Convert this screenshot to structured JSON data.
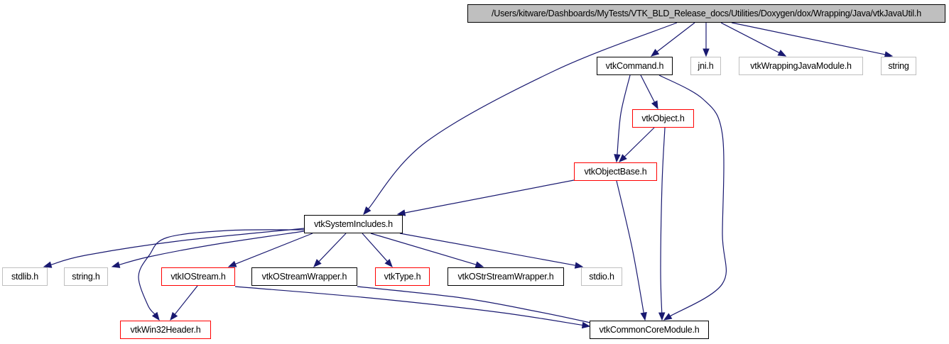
{
  "diagram": {
    "edge_color": "#191970",
    "border_colors": {
      "documented": "#000000",
      "external": "#bfbfbf",
      "truncated": "#ff0000"
    },
    "root_fill": "#bfbfbf",
    "nodes": {
      "root": {
        "label": "/Users/kitware/Dashboards/MyTests/VTK_BLD_Release_docs/Utilities/Doxygen/dox/Wrapping/Java/vtkJavaUtil.h",
        "kind": "root"
      },
      "vtkCommand": {
        "label": "vtkCommand.h",
        "kind": "documented"
      },
      "jni": {
        "label": "jni.h",
        "kind": "external"
      },
      "vtkWrappingJavaModule": {
        "label": "vtkWrappingJavaModule.h",
        "kind": "external"
      },
      "string": {
        "label": "string",
        "kind": "external"
      },
      "vtkObject": {
        "label": "vtkObject.h",
        "kind": "truncated"
      },
      "vtkObjectBase": {
        "label": "vtkObjectBase.h",
        "kind": "truncated"
      },
      "vtkSystemIncludes": {
        "label": "vtkSystemIncludes.h",
        "kind": "documented"
      },
      "stdlib": {
        "label": "stdlib.h",
        "kind": "external"
      },
      "string_h": {
        "label": "string.h",
        "kind": "external"
      },
      "vtkIOStream": {
        "label": "vtkIOStream.h",
        "kind": "truncated"
      },
      "vtkOStreamWrapper": {
        "label": "vtkOStreamWrapper.h",
        "kind": "documented"
      },
      "vtkType": {
        "label": "vtkType.h",
        "kind": "truncated"
      },
      "vtkOStrStreamWrapper": {
        "label": "vtkOStrStreamWrapper.h",
        "kind": "documented"
      },
      "stdio": {
        "label": "stdio.h",
        "kind": "external"
      },
      "vtkWin32Header": {
        "label": "vtkWin32Header.h",
        "kind": "truncated"
      },
      "vtkCommonCoreModule": {
        "label": "vtkCommonCoreModule.h",
        "kind": "documented"
      }
    },
    "edges": [
      [
        "root",
        "vtkCommand"
      ],
      [
        "root",
        "jni"
      ],
      [
        "root",
        "vtkWrappingJavaModule"
      ],
      [
        "root",
        "string"
      ],
      [
        "root",
        "vtkSystemIncludes"
      ],
      [
        "vtkCommand",
        "vtkObject"
      ],
      [
        "vtkCommand",
        "vtkObjectBase"
      ],
      [
        "vtkCommand",
        "vtkCommonCoreModule"
      ],
      [
        "vtkObject",
        "vtkObjectBase"
      ],
      [
        "vtkObject",
        "vtkCommonCoreModule"
      ],
      [
        "vtkObjectBase",
        "vtkSystemIncludes"
      ],
      [
        "vtkObjectBase",
        "vtkCommonCoreModule"
      ],
      [
        "vtkSystemIncludes",
        "stdlib"
      ],
      [
        "vtkSystemIncludes",
        "string_h"
      ],
      [
        "vtkSystemIncludes",
        "vtkIOStream"
      ],
      [
        "vtkSystemIncludes",
        "vtkOStreamWrapper"
      ],
      [
        "vtkSystemIncludes",
        "vtkType"
      ],
      [
        "vtkSystemIncludes",
        "vtkOStrStreamWrapper"
      ],
      [
        "vtkSystemIncludes",
        "stdio"
      ],
      [
        "vtkSystemIncludes",
        "vtkWin32Header"
      ],
      [
        "vtkIOStream",
        "vtkWin32Header"
      ],
      [
        "vtkIOStream",
        "vtkCommonCoreModule"
      ],
      [
        "vtkOStreamWrapper",
        "vtkCommonCoreModule"
      ]
    ]
  }
}
